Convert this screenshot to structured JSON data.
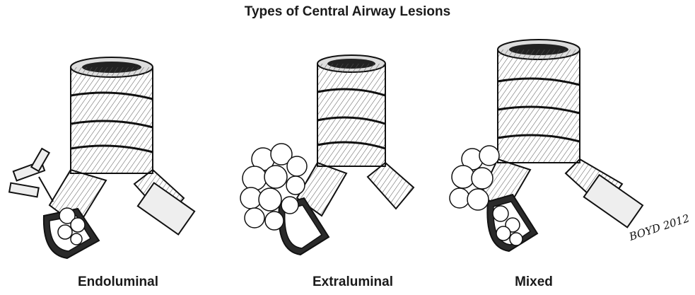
{
  "title": "Types of Central Airway Lesions",
  "panels": [
    {
      "label": "Endoluminal"
    },
    {
      "label": "Extraluminal"
    },
    {
      "label": "Mixed"
    }
  ],
  "signature": "BOYD 2012",
  "colors": {
    "ink": "#1a1a1a",
    "paper": "#ffffff",
    "shade": "#d9d9d9",
    "dark": "#2a2a2a"
  }
}
